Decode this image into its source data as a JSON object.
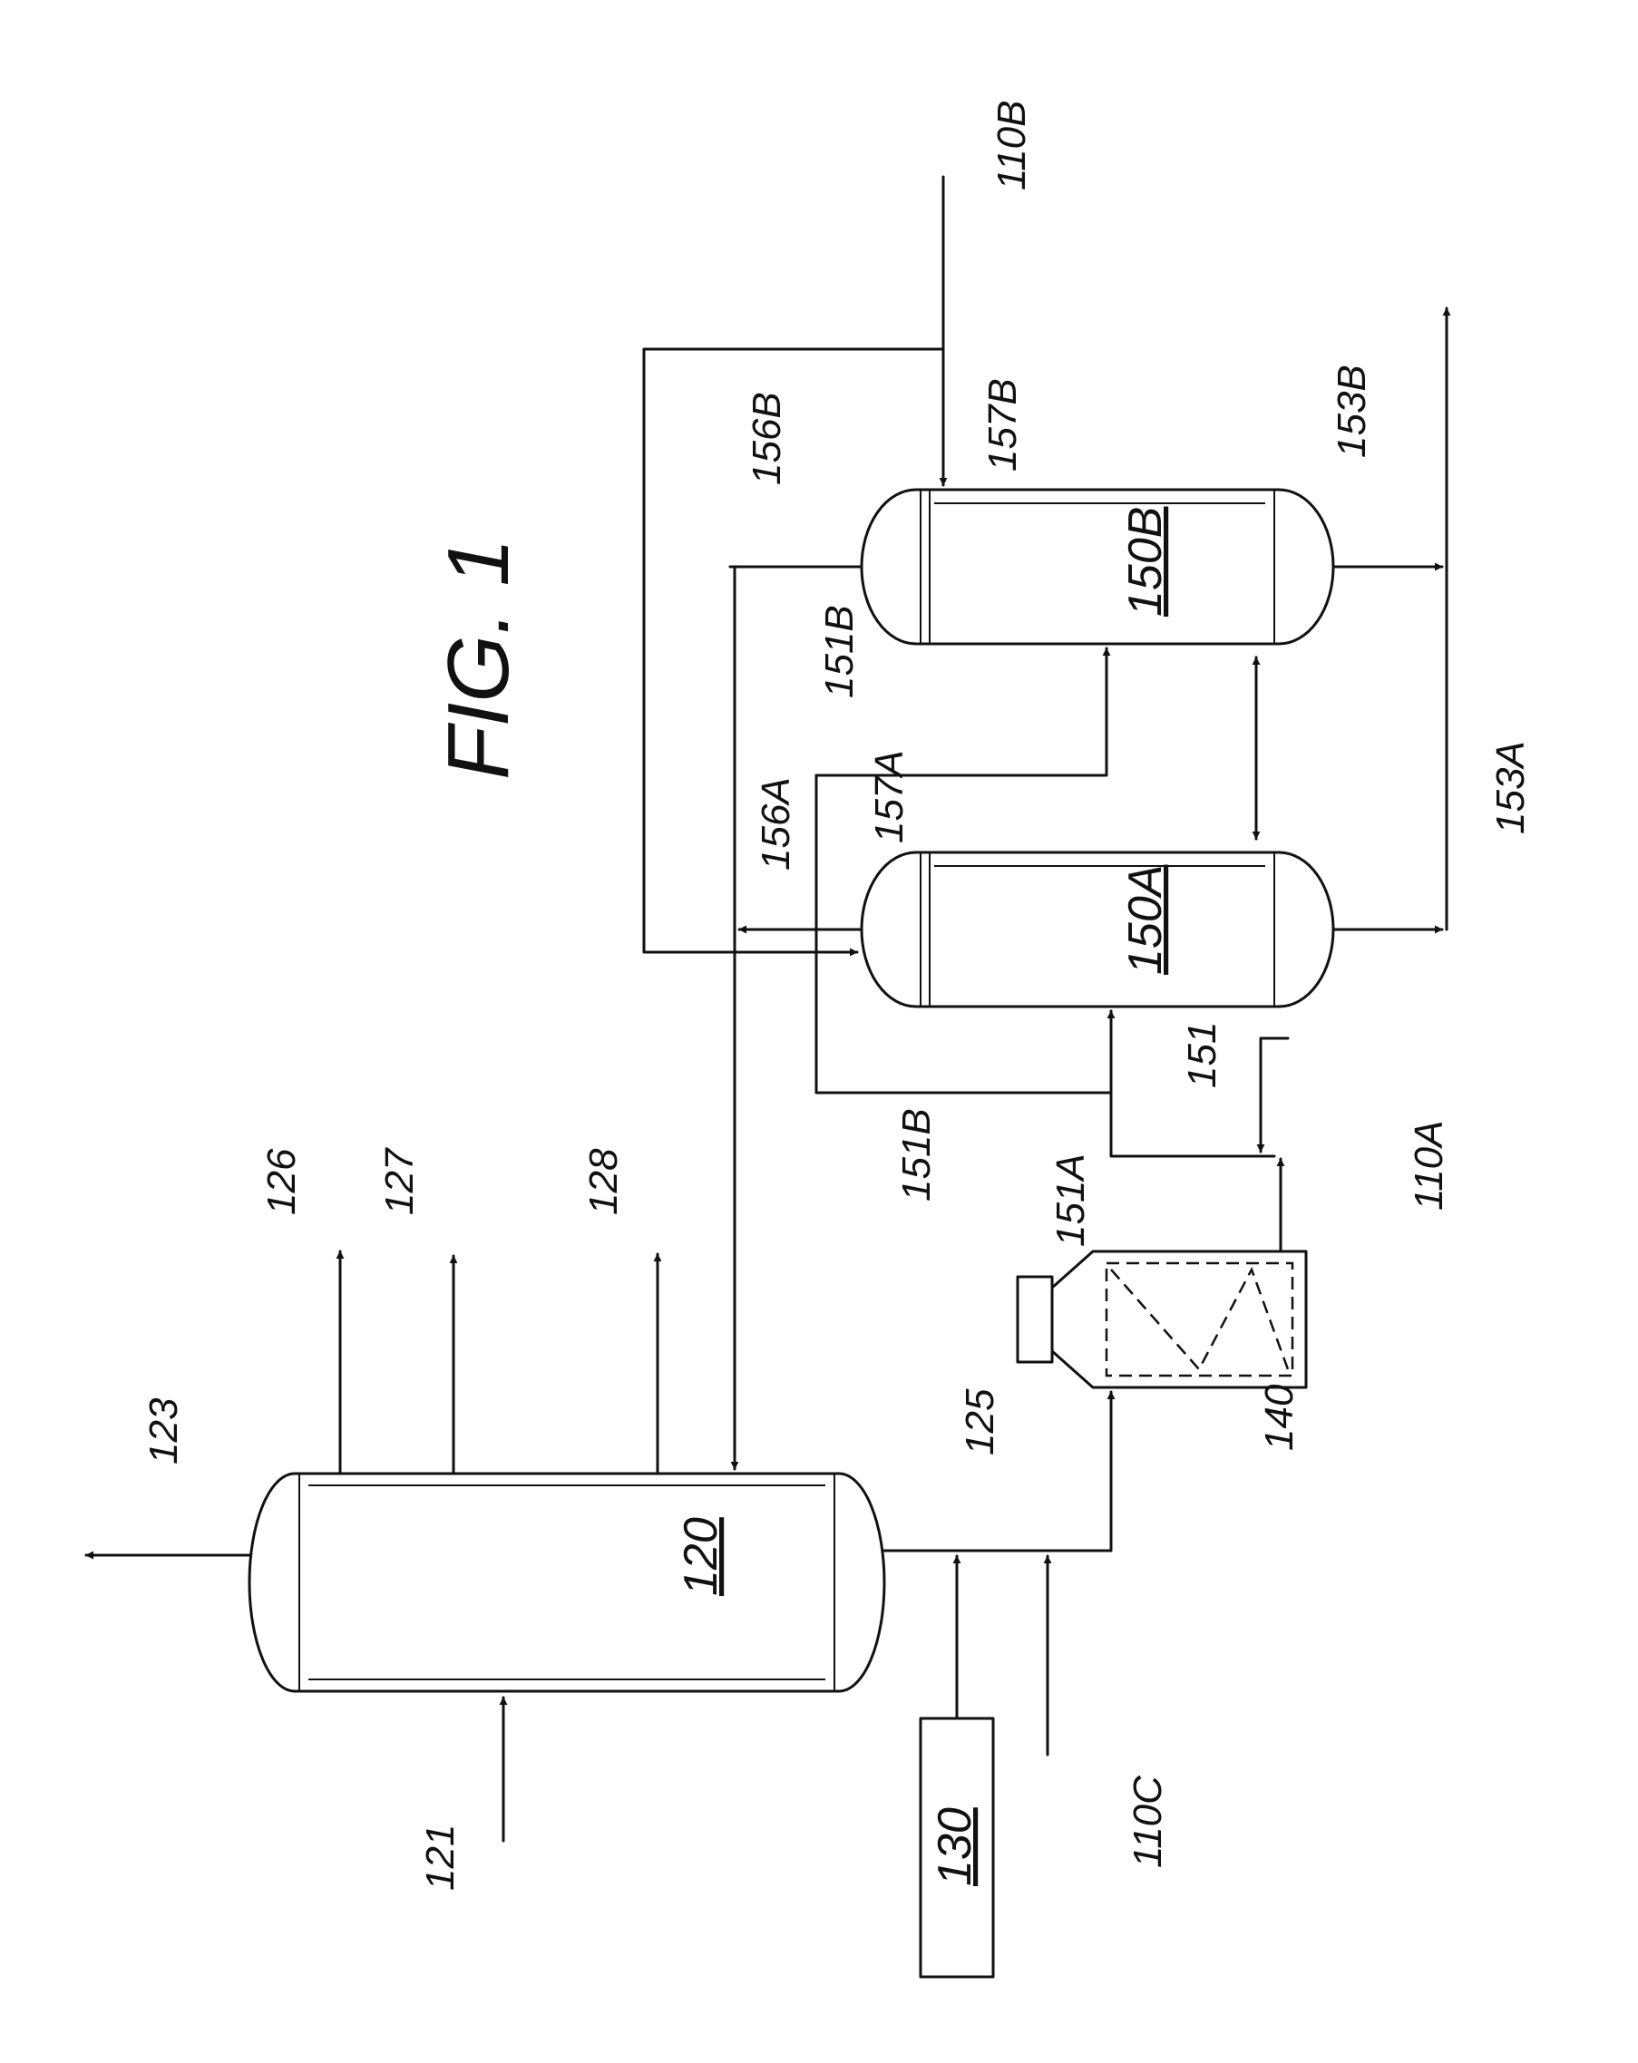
{
  "figure": {
    "title": "FIG. 1"
  },
  "vessels": {
    "v120": "120",
    "v130": "130",
    "v140": "140",
    "v150a": "150A",
    "v150b": "150B"
  },
  "streams": {
    "s121": "121",
    "s123": "123",
    "s125": "125",
    "s126": "126",
    "s127": "127",
    "s128": "128",
    "s110a": "110A",
    "s110b": "110B",
    "s110c": "110C",
    "s151": "151",
    "s151a": "151A",
    "s151b_upper": "151B",
    "s151b_lower": "151B",
    "s153a": "153A",
    "s153b": "153B",
    "s156a": "156A",
    "s156b": "156B",
    "s157a": "157A",
    "s157b": "157B"
  }
}
